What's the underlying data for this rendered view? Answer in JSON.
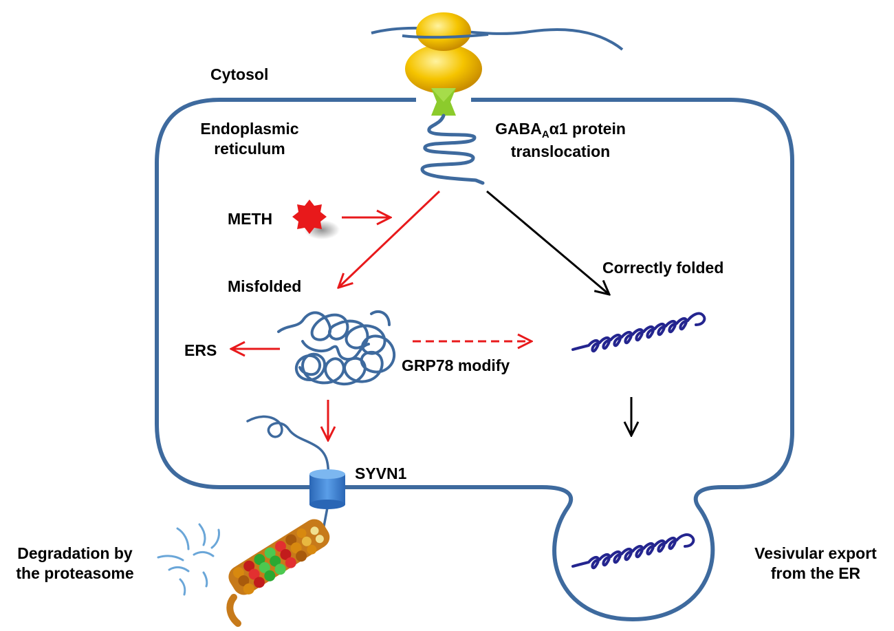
{
  "labels": {
    "cytosol": "Cytosol",
    "er_line1": "Endoplasmic",
    "er_line2": "reticulum",
    "gaba_prefix": "GABA",
    "gaba_sub": "A",
    "gaba_suffix": "α1 protein",
    "translocation": "translocation",
    "meth": "METH",
    "misfolded": "Misfolded",
    "correctly_folded": "Correctly folded",
    "ers": "ERS",
    "grp78": "GRP78  modify",
    "syvn1": "SYVN1",
    "degradation_line1": "Degradation by",
    "degradation_line2": "the proteasome",
    "vesicular_line1": "Vesivular export",
    "vesicular_line2": "from the ER"
  },
  "colors": {
    "membrane": "#3e6a9e",
    "arrow_red": "#e8191b",
    "arrow_black": "#000000",
    "helix": "#24258f",
    "ribosome": "#f5c400",
    "channel": "#3a7fcf",
    "translocon": "#8ccb2c"
  }
}
